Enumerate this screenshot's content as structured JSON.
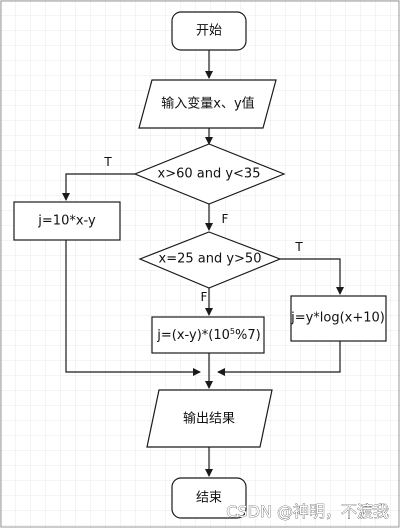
{
  "nodes": {
    "start": "开始",
    "input": "输入变量x、y值",
    "decision1": "x>60 and y<35",
    "process1": "j=10*x-y",
    "decision2": "x=25 and y>50",
    "process2": "j=y*log(x+10)",
    "process3_before": "j=(x-y)*(10",
    "process3_sup": "5",
    "process3_after": "%7)",
    "output": "输出结果",
    "end": "结束"
  },
  "branch_labels": {
    "d1_true": "T",
    "d1_false": "F",
    "d2_true": "T",
    "d2_false": "F"
  },
  "watermark": "CSDN @神明，不渡我",
  "colors": {
    "stroke": "#1a1a1a",
    "grid": "#e3e3e3",
    "background": "#ffffff"
  }
}
